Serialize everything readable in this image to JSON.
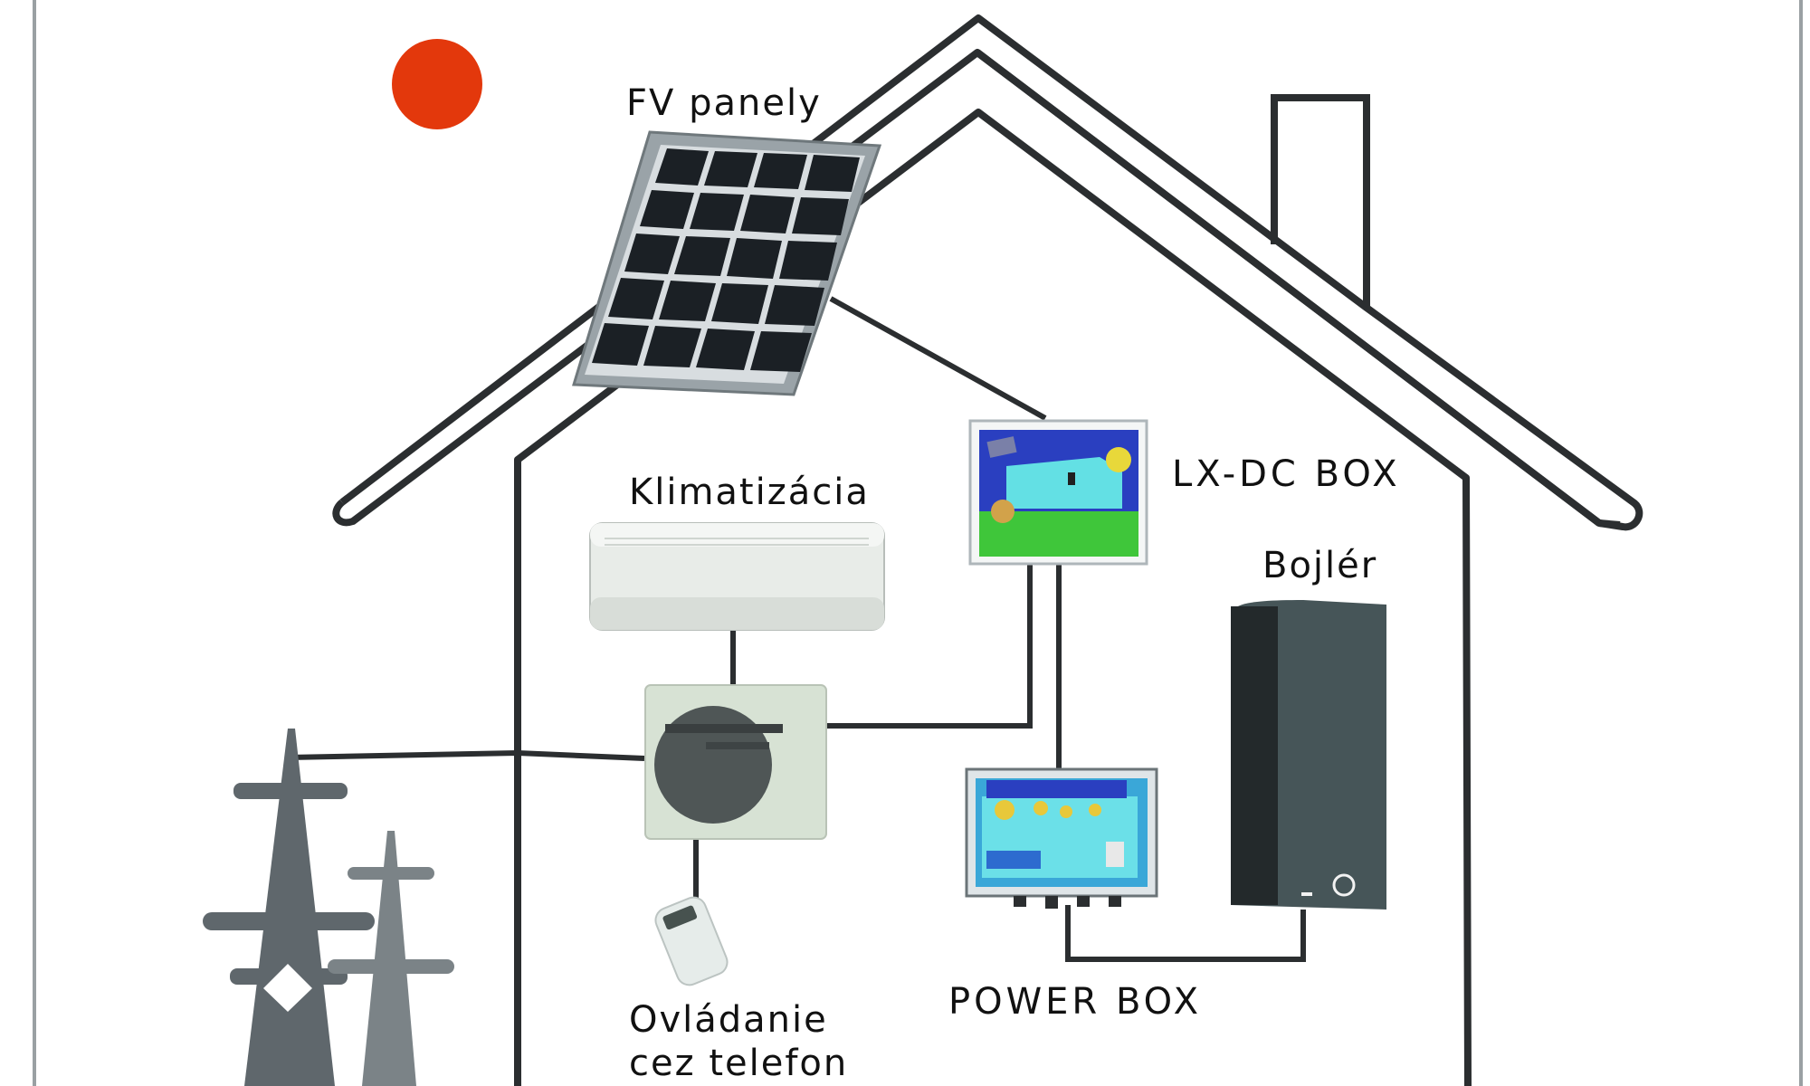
{
  "labels": {
    "fv_panels": "FV panely",
    "air_conditioning": "Klimatizácia",
    "lx_dc_box": "LX-DC BOX",
    "boiler": "Bojlér",
    "power_box": "POWER BOX",
    "phone_control_line1": "Ovládanie",
    "phone_control_line2": "cez telefon"
  },
  "colors": {
    "sun": "#e3380c",
    "house_outline": "#2b2e30",
    "solar_cell": "#1b2025",
    "solar_frame": "#9aa3a8",
    "pylon": "#5f676c",
    "boiler_body": "#465558",
    "ac_unit": "#e8ece8",
    "outdoor_unit": "#d7e2d4"
  }
}
